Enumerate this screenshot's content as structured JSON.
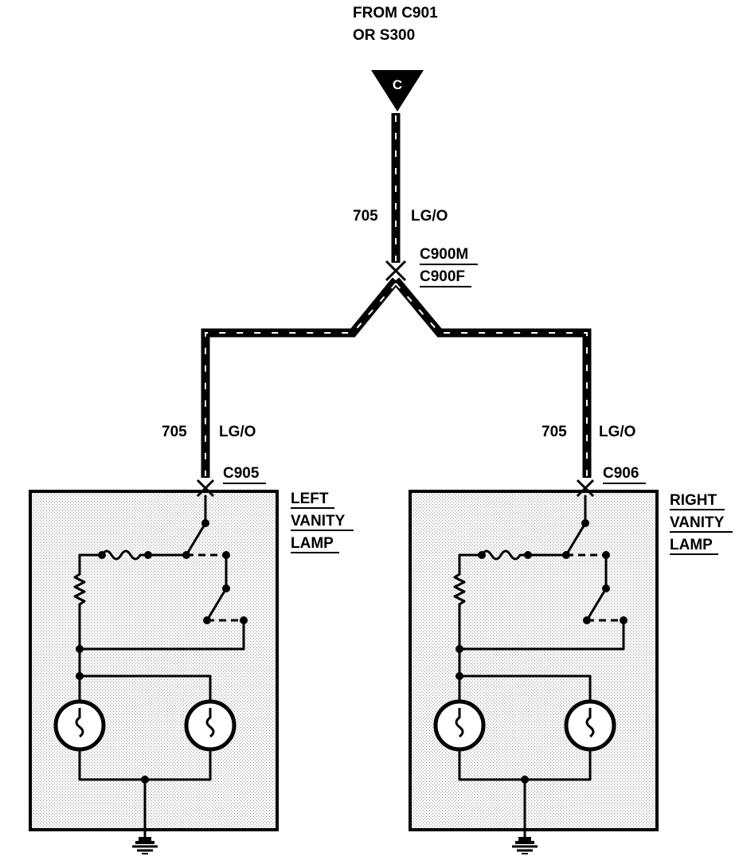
{
  "source": {
    "line1": "FROM C901",
    "line2": "OR S300",
    "terminal": "C"
  },
  "trunk": {
    "circuit": "705",
    "color": "LG/O"
  },
  "inline_connector": {
    "male": "C900M",
    "female": "C900F"
  },
  "left_branch": {
    "circuit": "705",
    "color": "LG/O",
    "connector": "C905"
  },
  "right_branch": {
    "circuit": "705",
    "color": "LG/O",
    "connector": "C906"
  },
  "left_lamp": {
    "line1": "LEFT",
    "line2": "VANITY",
    "line3": "LAMP"
  },
  "right_lamp": {
    "line1": "RIGHT",
    "line2": "VANITY",
    "line3": "LAMP"
  }
}
